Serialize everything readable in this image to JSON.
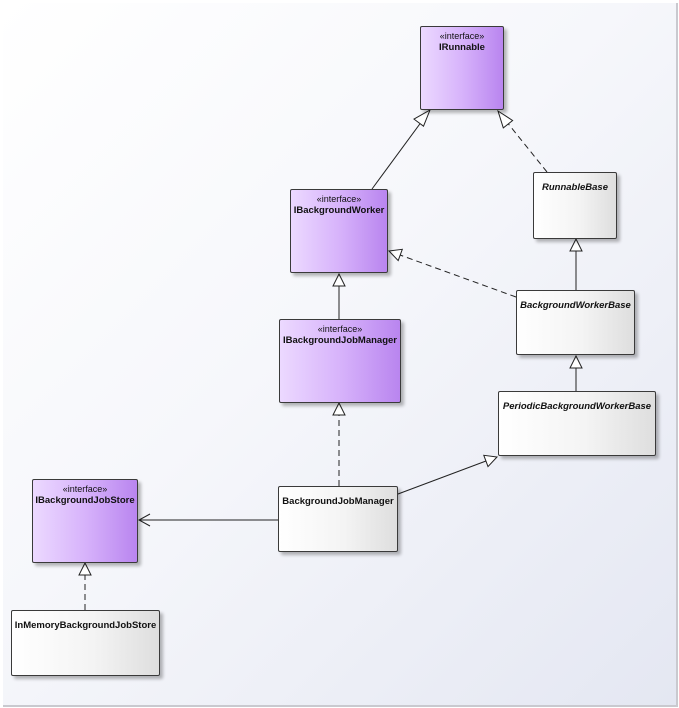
{
  "stereotype": "«interface»",
  "nodes": {
    "irunnable": {
      "name": "IRunnable",
      "interface": true
    },
    "ibackgroundworker": {
      "name": "IBackgroundWorker",
      "interface": true
    },
    "ibackgroundjobmanager": {
      "name": "IBackgroundJobManager",
      "interface": true
    },
    "ibackgroundjobstore": {
      "name": "IBackgroundJobStore",
      "interface": true
    },
    "runnablebase": {
      "name": "RunnableBase",
      "abstract": true
    },
    "backgroundworkerbase": {
      "name": "BackgroundWorkerBase",
      "abstract": true
    },
    "periodicbackgroundworkerbase": {
      "name": "PeriodicBackgroundWorkerBase",
      "abstract": true
    },
    "backgroundjobmanager": {
      "name": "BackgroundJobManager",
      "abstract": false
    },
    "inmemorybackgroundjobstore": {
      "name": "InMemoryBackgroundJobStore",
      "abstract": false
    }
  },
  "relations": [
    {
      "from": "ibackgroundworker",
      "to": "irunnable",
      "kind": "generalization"
    },
    {
      "from": "runnablebase",
      "to": "irunnable",
      "kind": "realization"
    },
    {
      "from": "backgroundworkerbase",
      "to": "runnablebase",
      "kind": "generalization"
    },
    {
      "from": "backgroundworkerbase",
      "to": "ibackgroundworker",
      "kind": "realization"
    },
    {
      "from": "ibackgroundjobmanager",
      "to": "ibackgroundworker",
      "kind": "generalization"
    },
    {
      "from": "periodicbackgroundworkerbase",
      "to": "backgroundworkerbase",
      "kind": "generalization"
    },
    {
      "from": "backgroundjobmanager",
      "to": "ibackgroundjobmanager",
      "kind": "realization"
    },
    {
      "from": "backgroundjobmanager",
      "to": "periodicbackgroundworkerbase",
      "kind": "generalization"
    },
    {
      "from": "backgroundjobmanager",
      "to": "ibackgroundjobstore",
      "kind": "association"
    },
    {
      "from": "inmemorybackgroundjobstore",
      "to": "ibackgroundjobstore",
      "kind": "realization"
    }
  ]
}
